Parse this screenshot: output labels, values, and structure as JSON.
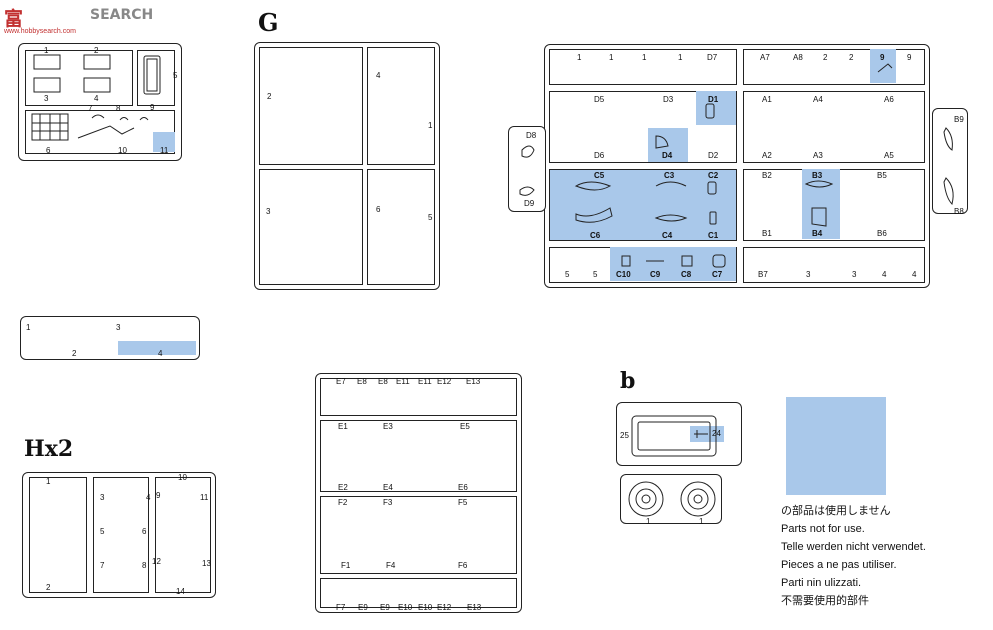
{
  "watermark": {
    "logo_text": "富",
    "search_text": "SEARCH",
    "site": "www.hobbysearch.com"
  },
  "sprue_g": {
    "title": "G",
    "labels": [
      "2",
      "4",
      "1",
      "3",
      "6",
      "5"
    ]
  },
  "sprue_h": {
    "title": "Hx2",
    "labels": [
      "1",
      "3",
      "4",
      "5",
      "6",
      "7",
      "8",
      "2",
      "9",
      "10",
      "11",
      "12",
      "13",
      "14"
    ]
  },
  "sprue_b": {
    "title": "b",
    "labels": [
      "25",
      "24",
      "1",
      "1"
    ]
  },
  "sprue_top_left": {
    "labels": [
      "1",
      "2",
      "3",
      "4",
      "5",
      "7",
      "8",
      "9",
      "6",
      "10",
      "11"
    ]
  },
  "sprue_rifles": {
    "labels": [
      "1",
      "2",
      "3",
      "4"
    ]
  },
  "sprue_main": {
    "top_row": [
      "1",
      "1",
      "1",
      "1",
      "D7",
      "A7",
      "A8",
      "2",
      "2",
      "9",
      "9"
    ],
    "row_d_a": [
      "D5",
      "D3",
      "D1",
      "A1",
      "A4",
      "A6",
      "D6",
      "D4",
      "D2",
      "A2",
      "A3",
      "A5"
    ],
    "row_c_b": [
      "C5",
      "C3",
      "C2",
      "B2",
      "B3",
      "B5",
      "C6",
      "C4",
      "C1",
      "B1",
      "B4",
      "B6"
    ],
    "bottom_row": [
      "5",
      "5",
      "C10",
      "C9",
      "C8",
      "C7",
      "B7",
      "3",
      "3",
      "4",
      "4"
    ],
    "side": [
      "D8",
      "D9",
      "B9",
      "B8"
    ]
  },
  "sprue_e": {
    "row1": [
      "E7",
      "E8",
      "E8",
      "E11",
      "E11",
      "E12",
      "E13"
    ],
    "row2": [
      "E1",
      "E3",
      "E5",
      "E2",
      "E4",
      "E6"
    ],
    "row3": [
      "F2",
      "F3",
      "F5",
      "F1",
      "F4",
      "F6"
    ],
    "row4": [
      "F7",
      "E9",
      "E9",
      "E10",
      "E10",
      "E12",
      "E13"
    ]
  },
  "legend": {
    "swatch_color": "#a9c8ea",
    "lines": [
      "の部品は使用しません",
      "Parts not for use.",
      "Telle werden nicht verwendet.",
      "Pieces a ne pas utiliser.",
      "Parti nin ulizzati.",
      "不需要使用的部件"
    ]
  }
}
